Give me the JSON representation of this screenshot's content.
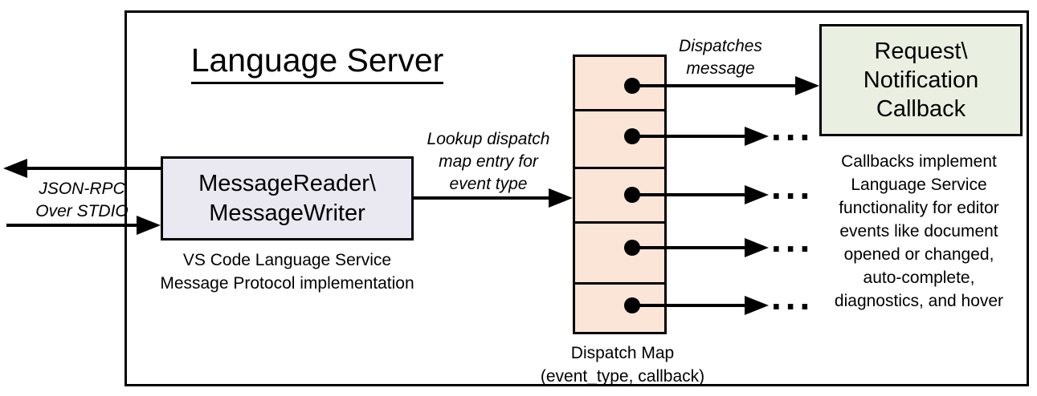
{
  "diagram": {
    "title": "Language Server"
  },
  "stdio": {
    "label_lines": [
      "JSON-RPC",
      "Over STDIO"
    ]
  },
  "reader_box": {
    "lines": [
      "MessageReader\\",
      "MessageWriter"
    ],
    "caption_lines": [
      "VS Code Language Service",
      "Message Protocol implementation"
    ]
  },
  "lookup_label": {
    "lines": [
      "Lookup dispatch",
      "map entry for",
      "event type"
    ]
  },
  "dispatches_label": {
    "lines": [
      "Dispatches",
      "message"
    ]
  },
  "dispatch_map": {
    "caption_lines": [
      "Dispatch Map",
      "(event_type, callback)"
    ],
    "cell_count": 5
  },
  "callback_box": {
    "lines": [
      "Request\\",
      "Notification",
      "Callback"
    ]
  },
  "callbacks_note": {
    "lines": [
      "Callbacks implement",
      "Language Service",
      "functionality for editor",
      "events like document",
      "opened or changed,",
      "auto-complete,",
      "diagnostics, and hover"
    ]
  },
  "ellipsis": "...",
  "colors": {
    "reader_fill": "#EAE9F1",
    "map_fill": "#FBE5D7",
    "callback_fill": "#E9F0E1",
    "stroke": "#000000"
  }
}
